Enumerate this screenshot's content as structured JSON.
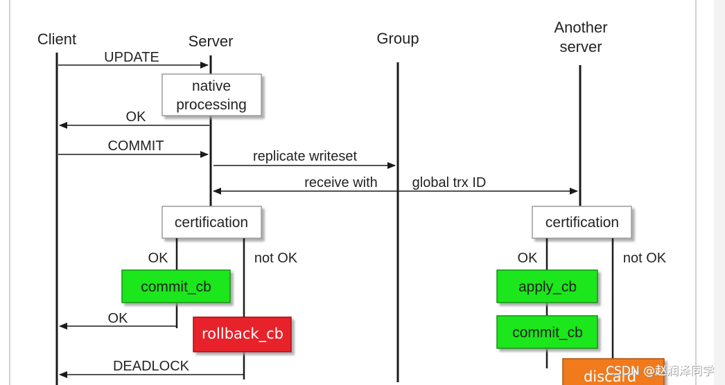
{
  "participants": {
    "client": "Client",
    "server": "Server",
    "group": "Group",
    "another_server_line1": "Another",
    "another_server_line2": "server"
  },
  "messages": {
    "update": "UPDATE",
    "ok_1": "OK",
    "commit": "COMMIT",
    "replicate_writeset": "replicate writeset",
    "receive_with": "receive with",
    "global_trx_id": "global trx ID",
    "ok_2": "OK",
    "deadlock": "DEADLOCK"
  },
  "boxes": {
    "native_processing_line1": "native",
    "native_processing_line2": "processing",
    "certification_server": "certification",
    "certification_other": "certification",
    "commit_cb_server": "commit_cb",
    "rollback_cb": "rollback_cb",
    "apply_cb": "apply_cb",
    "commit_cb_other": "commit_cb",
    "discard": "discard"
  },
  "branches": {
    "server_ok": "OK",
    "server_not_ok": "not OK",
    "other_ok": "OK",
    "other_not_ok": "not OK"
  },
  "watermark": "CSDN @赵润泽同学",
  "colors": {
    "green_box": "#1ee61e",
    "red_box": "#e8212b",
    "orange_box": "#f07a1a",
    "line": "#1a1a1a"
  }
}
